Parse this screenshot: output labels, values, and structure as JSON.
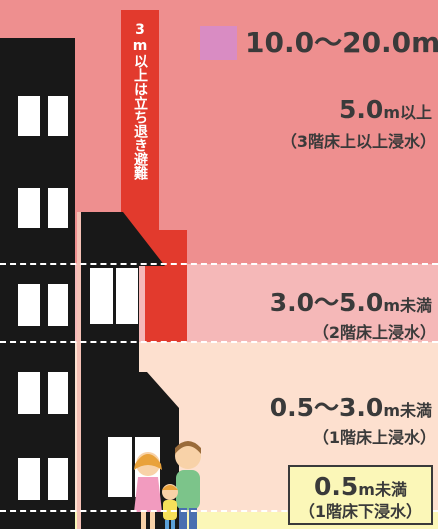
{
  "colors": {
    "top_band": "#ee8f8f",
    "band_3to5": "#f5b8b8",
    "band_05to3": "#fde0cf",
    "band_under05": "#fbf7b8",
    "legend_swatch": "#d98cc3",
    "evac_banner": "#e23a2d",
    "building": "#181818"
  },
  "legend": {
    "range": "10.0〜20.0m"
  },
  "evacuation": {
    "label": "3m以上は立ち退き避難"
  },
  "levels": [
    {
      "depth_num": "5.0",
      "depth_unit": "m以上",
      "note": "（3階床上以上浸水）"
    },
    {
      "depth_num": "3.0〜5.0",
      "depth_unit": "m未満",
      "note": "（2階床上浸水）"
    },
    {
      "depth_num": "0.5〜3.0",
      "depth_unit": "m未満",
      "note": "（1階床上浸水）"
    },
    {
      "depth_num": "0.5",
      "depth_unit": "m未満",
      "note": "（1階床下浸水）"
    }
  ]
}
